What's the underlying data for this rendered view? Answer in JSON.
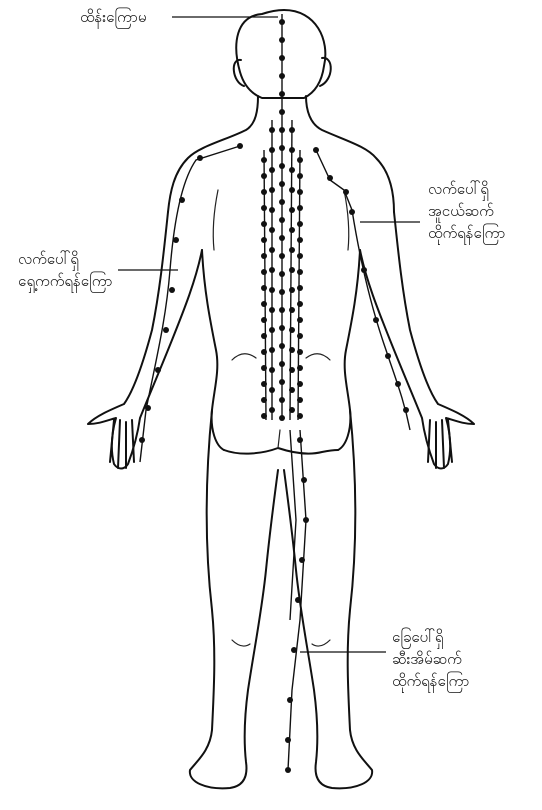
{
  "labels": {
    "neck_channel": "ထိန်းကြောမ",
    "arm_rear_channel": [
      "လက်ပေါ်ရှိ",
      "ရှေ့ကက်ရန်ကြော"
    ],
    "arm_outer_channel": [
      "လက်ပေါ်ရှိ",
      "အူငယ်ဆက်",
      "ထိုက်ရန်ကြော"
    ],
    "leg_channel": [
      "ခြေပေါ်ရှိ",
      "ဆီးအိမ်ဆက်",
      "ထိုက်ရန်ကြော"
    ]
  },
  "icons": [
    "human-back-figure",
    "meridian-points"
  ]
}
